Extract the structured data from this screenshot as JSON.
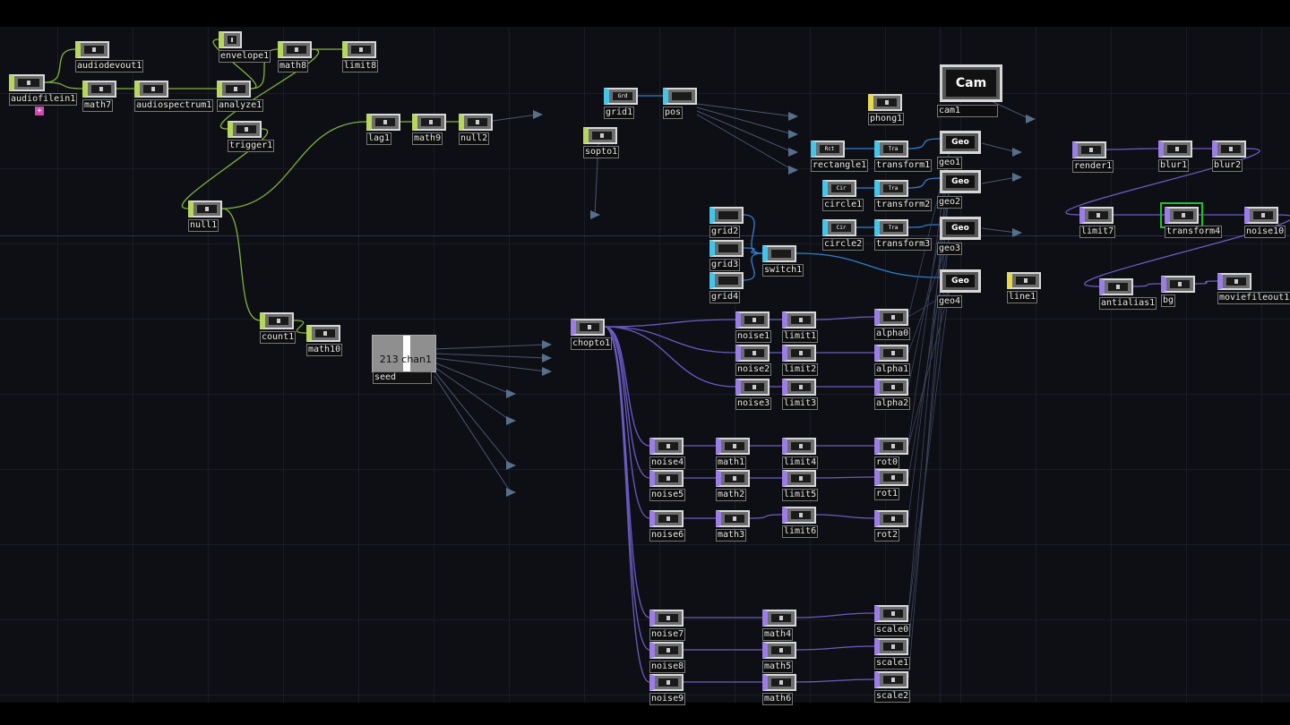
{
  "network": {
    "nodes": [
      {
        "name": "audiofilein1",
        "type": "chop"
      },
      {
        "name": "audiodevout1",
        "type": "chop"
      },
      {
        "name": "math7",
        "type": "chop"
      },
      {
        "name": "audiospectrum1",
        "type": "chop"
      },
      {
        "name": "analyze1",
        "type": "chop"
      },
      {
        "name": "envelope1",
        "type": "chop"
      },
      {
        "name": "math8",
        "type": "chop"
      },
      {
        "name": "limit8",
        "type": "chop"
      },
      {
        "name": "trigger1",
        "type": "chop"
      },
      {
        "name": "lag1",
        "type": "chop"
      },
      {
        "name": "math9",
        "type": "chop"
      },
      {
        "name": "null2",
        "type": "chop"
      },
      {
        "name": "null1",
        "type": "chop"
      },
      {
        "name": "count1",
        "type": "chop"
      },
      {
        "name": "math10",
        "type": "chop"
      },
      {
        "name": "sopto1",
        "type": "chop"
      },
      {
        "name": "chopto1",
        "type": "top"
      },
      {
        "name": "grid1",
        "type": "sop",
        "icon": "Grd"
      },
      {
        "name": "pos",
        "type": "sop"
      },
      {
        "name": "rectangle1",
        "type": "sop",
        "icon": "Rct"
      },
      {
        "name": "transform1",
        "type": "sop",
        "icon": "Tra"
      },
      {
        "name": "circle1",
        "type": "sop",
        "icon": "Cir"
      },
      {
        "name": "transform2",
        "type": "sop",
        "icon": "Tra"
      },
      {
        "name": "circle2",
        "type": "sop",
        "icon": "Cir"
      },
      {
        "name": "transform3",
        "type": "sop",
        "icon": "Tra"
      },
      {
        "name": "grid2",
        "type": "sop"
      },
      {
        "name": "grid3",
        "type": "sop"
      },
      {
        "name": "grid4",
        "type": "sop"
      },
      {
        "name": "switch1",
        "type": "sop"
      },
      {
        "name": "phong1",
        "type": "mat"
      },
      {
        "name": "line1",
        "type": "mat"
      },
      {
        "name": "cam1",
        "type": "comp",
        "icon": "Cam"
      },
      {
        "name": "geo1",
        "type": "comp",
        "icon": "Geo"
      },
      {
        "name": "geo2",
        "type": "comp",
        "icon": "Geo"
      },
      {
        "name": "geo3",
        "type": "comp",
        "icon": "Geo"
      },
      {
        "name": "geo4",
        "type": "comp",
        "icon": "Geo"
      },
      {
        "name": "render1",
        "type": "top"
      },
      {
        "name": "blur1",
        "type": "top"
      },
      {
        "name": "blur2",
        "type": "top"
      },
      {
        "name": "limit7",
        "type": "top"
      },
      {
        "name": "transform4",
        "type": "top",
        "selected": true
      },
      {
        "name": "noise10",
        "type": "top"
      },
      {
        "name": "antialias1",
        "type": "top"
      },
      {
        "name": "bg",
        "type": "top"
      },
      {
        "name": "moviefileout1",
        "type": "top"
      },
      {
        "name": "noise1",
        "type": "top"
      },
      {
        "name": "limit1",
        "type": "top"
      },
      {
        "name": "alpha0",
        "type": "top"
      },
      {
        "name": "noise2",
        "type": "top"
      },
      {
        "name": "limit2",
        "type": "top"
      },
      {
        "name": "alpha1",
        "type": "top"
      },
      {
        "name": "noise3",
        "type": "top"
      },
      {
        "name": "limit3",
        "type": "top"
      },
      {
        "name": "alpha2",
        "type": "top"
      },
      {
        "name": "noise4",
        "type": "top"
      },
      {
        "name": "math1",
        "type": "top"
      },
      {
        "name": "limit4",
        "type": "top"
      },
      {
        "name": "rot0",
        "type": "top"
      },
      {
        "name": "noise5",
        "type": "top"
      },
      {
        "name": "math2",
        "type": "top"
      },
      {
        "name": "limit5",
        "type": "top"
      },
      {
        "name": "rot1",
        "type": "top"
      },
      {
        "name": "noise6",
        "type": "top"
      },
      {
        "name": "math3",
        "type": "top"
      },
      {
        "name": "limit6",
        "type": "top"
      },
      {
        "name": "rot2",
        "type": "top"
      },
      {
        "name": "noise7",
        "type": "top"
      },
      {
        "name": "math4",
        "type": "top"
      },
      {
        "name": "scale0",
        "type": "top"
      },
      {
        "name": "noise8",
        "type": "top"
      },
      {
        "name": "math5",
        "type": "top"
      },
      {
        "name": "scale1",
        "type": "top"
      },
      {
        "name": "noise9",
        "type": "top"
      },
      {
        "name": "math6",
        "type": "top"
      },
      {
        "name": "scale2",
        "type": "top"
      }
    ],
    "constant": {
      "name": "seed",
      "value": "213",
      "channel": "chan1"
    }
  },
  "colors": {
    "chop": "#b7d65b",
    "top": "#9a7ee6",
    "sop": "#41c6ea",
    "mat": "#e8d94a",
    "selected": "#22c22a"
  }
}
